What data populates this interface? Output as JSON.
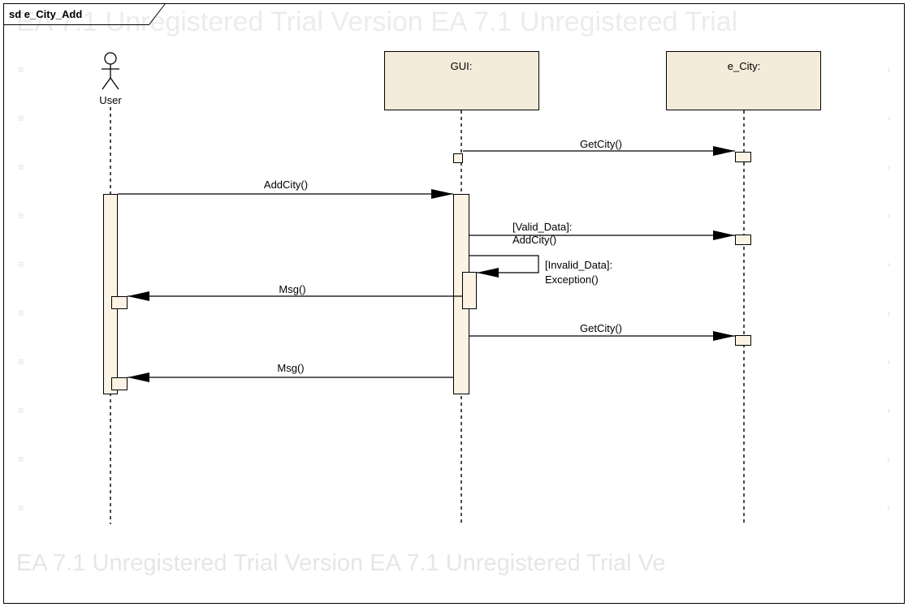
{
  "frame": {
    "label": "sd e_City_Add"
  },
  "watermark": {
    "top_line": "EA 7.1 Unregistered Trial Version   EA 7.1 Unregistered Trial",
    "bottom_line": "EA 7.1 Unregistered Trial Version   EA 7.1 Unregistered Trial Ve"
  },
  "lifelines": [
    {
      "id": "user",
      "label": "User",
      "kind": "actor"
    },
    {
      "id": "gui",
      "label": "GUI:",
      "kind": "object"
    },
    {
      "id": "ecity",
      "label": "e_City:",
      "kind": "object"
    }
  ],
  "messages": [
    {
      "id": "getcity-1",
      "from": "gui",
      "to": "ecity",
      "lines": [
        "GetCity()"
      ]
    },
    {
      "id": "addcity",
      "from": "user",
      "to": "gui",
      "lines": [
        "AddCity()"
      ]
    },
    {
      "id": "valid-addcity",
      "from": "gui",
      "to": "ecity",
      "lines": [
        "[Valid_Data]:",
        "AddCity()"
      ]
    },
    {
      "id": "invalid-exception",
      "from": "gui",
      "to": "gui",
      "lines": [
        "[Invalid_Data]:",
        "Exception()"
      ]
    },
    {
      "id": "msg-1",
      "from": "gui",
      "to": "user",
      "lines": [
        "Msg()"
      ]
    },
    {
      "id": "getcity-2",
      "from": "gui",
      "to": "ecity",
      "lines": [
        "GetCity()"
      ]
    },
    {
      "id": "msg-2",
      "from": "gui",
      "to": "user",
      "lines": [
        "Msg()"
      ]
    }
  ],
  "colors": {
    "lifeline_box_fill": "#f4ebdb",
    "activation_fill": "#fdf3e5",
    "watermark": "#e6e6e6"
  }
}
